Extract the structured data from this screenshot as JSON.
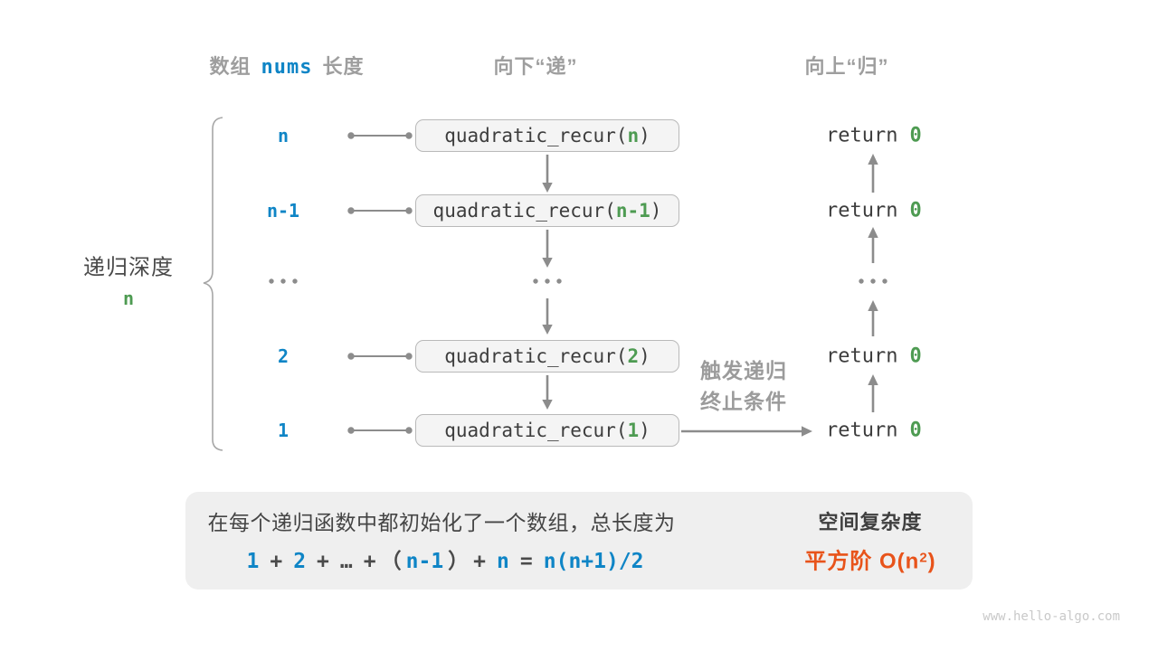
{
  "colors": {
    "blue": "#0f85c6",
    "green": "#4e9b52",
    "orange": "#e8531a",
    "gray_heading": "#9e9e9e",
    "arrow_gray": "#8c8c8c",
    "box_bg": "#f4f4f4",
    "summary_bg": "#efefef"
  },
  "headers": {
    "col_depth": {
      "pre": "数组",
      "code": "nums",
      "post": "长度"
    },
    "col_down": "向下“递”",
    "col_up": "向上“归”"
  },
  "depth_brace": {
    "label": "递归深度",
    "value": "n"
  },
  "rows": [
    {
      "depth": "n",
      "call_pre": "quadratic_recur(",
      "arg": "n",
      "call_post": ")",
      "ret_pre": "return",
      "ret_val": "0"
    },
    {
      "depth": "n-1",
      "call_pre": "quadratic_recur(",
      "arg": "n-1",
      "call_post": ")",
      "ret_pre": "return",
      "ret_val": "0"
    },
    {
      "depth": "2",
      "call_pre": "quadratic_recur(",
      "arg": "2",
      "call_post": ")",
      "ret_pre": "return",
      "ret_val": "0"
    },
    {
      "depth": "1",
      "call_pre": "quadratic_recur(",
      "arg": "1",
      "call_post": ")",
      "ret_pre": "return",
      "ret_val": "0"
    }
  ],
  "ellipsis": "...",
  "trigger": {
    "line1": "触发递归",
    "line2": "终止条件"
  },
  "summary": {
    "line1": "在每个递归函数中都初始化了一个数组，总长度为",
    "formula": [
      {
        "t": "1",
        "c": "blue"
      },
      {
        "t": "+",
        "c": "dark"
      },
      {
        "t": "2",
        "c": "blue"
      },
      {
        "t": "+",
        "c": "dark"
      },
      {
        "t": "…",
        "c": "dark"
      },
      {
        "t": "+",
        "c": "dark"
      },
      {
        "t": "（",
        "c": "dark",
        "tight": true
      },
      {
        "t": "n-1",
        "c": "blue"
      },
      {
        "t": "）",
        "c": "dark",
        "tight": true
      },
      {
        "t": "+",
        "c": "dark"
      },
      {
        "t": "n",
        "c": "blue"
      },
      {
        "t": "=",
        "c": "dark"
      },
      {
        "t": "n(n+1)/2",
        "c": "blue"
      }
    ],
    "result_title": "空间复杂度",
    "result_pre": "平方阶 O(n",
    "result_sup": "2",
    "result_post": ")"
  },
  "watermark": "www.hello-algo.com"
}
